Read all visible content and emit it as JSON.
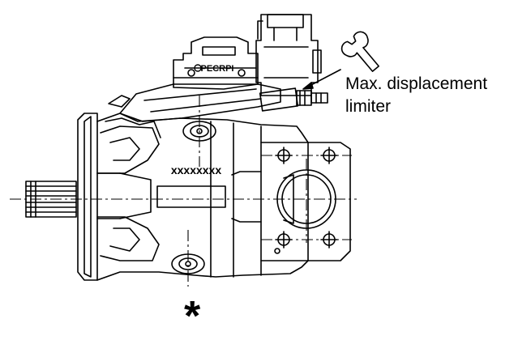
{
  "annotation": {
    "line1": "Max. displacement",
    "line2": "limiter"
  },
  "valve_label": "PECRPI",
  "part_number": "xxxxxxxx",
  "footnote_symbol": "*",
  "colors": {
    "ink": "#000000",
    "paper": "#ffffff"
  },
  "icons": [
    "wrench-icon"
  ]
}
